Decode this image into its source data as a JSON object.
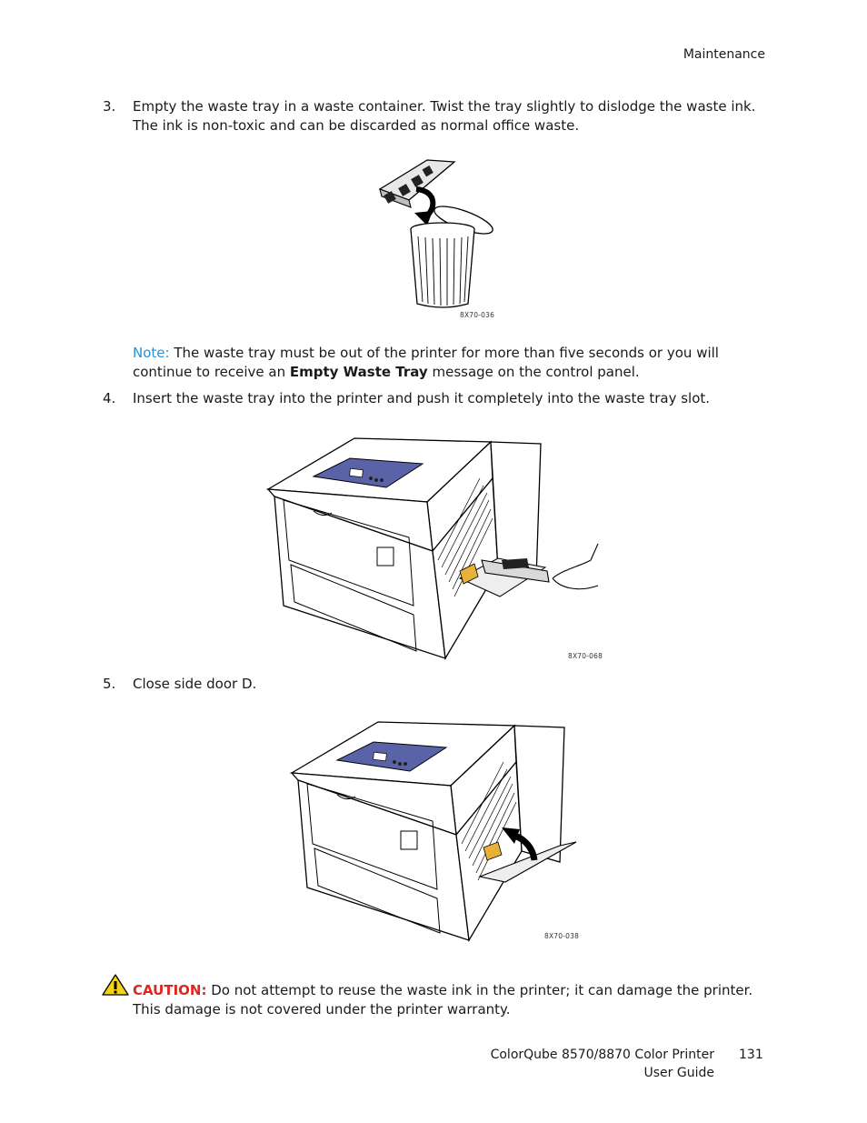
{
  "header": {
    "section": "Maintenance"
  },
  "steps": [
    {
      "number": "3.",
      "text": "Empty the waste tray in a waste container. Twist the tray slightly to dislodge the waste ink. The ink is non-toxic and can be discarded as normal office waste."
    },
    {
      "number": "4.",
      "text": "Insert the waste tray into the printer and push it completely into the waste tray slot."
    },
    {
      "number": "5.",
      "text": "Close side door D."
    }
  ],
  "note": {
    "label": "Note:",
    "text_before": " The waste tray must be out of the printer for more than five seconds or you will continue to receive an ",
    "bold": "Empty Waste Tray",
    "text_after": " message on the control panel."
  },
  "figures": [
    {
      "label": "8X70-036",
      "icon": "waste-bin-icon"
    },
    {
      "label": "8X70-068",
      "icon": "printer-icon"
    },
    {
      "label": "8X70-038",
      "icon": "printer-icon"
    }
  ],
  "caution": {
    "label": "CAUTION:",
    "text": " Do not attempt to reuse the waste ink in the printer; it can damage the printer. This damage is not covered under the printer warranty.",
    "icon": "warning-icon"
  },
  "footer": {
    "product": "ColorQube 8570/8870 Color Printer",
    "doc": "User Guide",
    "page": "131"
  },
  "colors": {
    "note": "#2a8fd6",
    "caution": "#e0261d",
    "panel": "#5a63a8"
  }
}
